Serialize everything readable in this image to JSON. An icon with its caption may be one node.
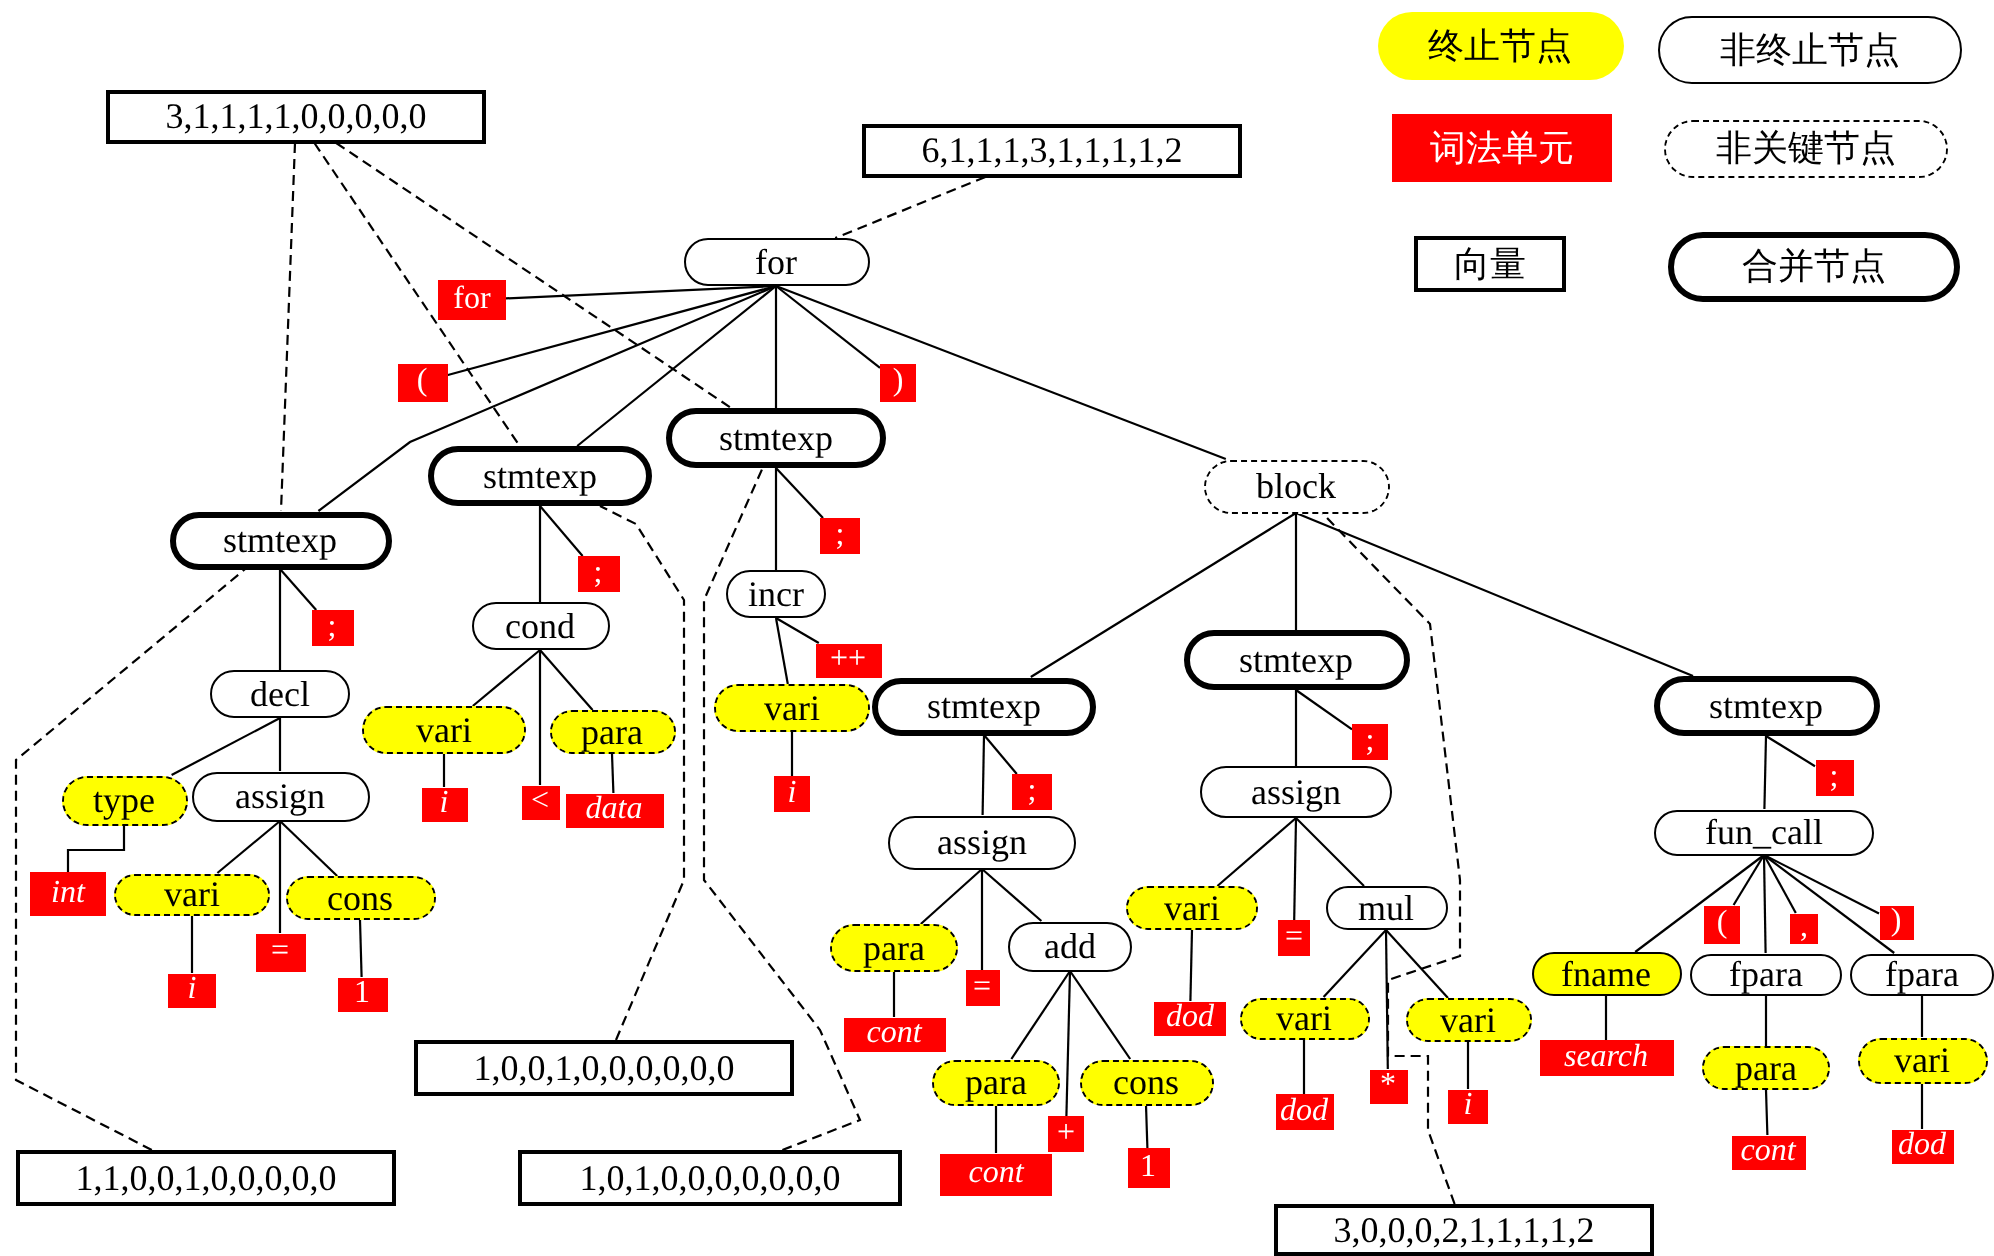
{
  "diagram": {
    "nodes": [
      {
        "text": [
          "3,1,1,1,1,0,0,0,0,0"
        ]
      },
      {
        "text": [
          "6,1,1,1,3,1,1,1,1,2"
        ]
      },
      {
        "text": [
          "for"
        ]
      },
      {
        "text": [
          "for"
        ]
      },
      {
        "text": [
          "("
        ]
      },
      {
        "text": [
          ")"
        ]
      },
      {
        "text": [
          "stmtexp"
        ]
      },
      {
        "text": [
          "stmtexp"
        ]
      },
      {
        "text": [
          "block"
        ]
      },
      {
        "text": [
          "stmtexp"
        ]
      },
      {
        "text": [
          ";"
        ]
      },
      {
        "text": [
          ";"
        ]
      },
      {
        "text": [
          "incr"
        ]
      },
      {
        "text": [
          ";"
        ]
      },
      {
        "text": [
          "cond"
        ]
      },
      {
        "text": [
          "++"
        ]
      },
      {
        "text": [
          "stmtexp"
        ]
      },
      {
        "text": [
          "stmtexp"
        ]
      },
      {
        "text": [
          "stmtexp"
        ]
      },
      {
        "text": [
          "decl"
        ]
      },
      {
        "text": [
          "vari"
        ]
      },
      {
        "text": [
          "vari"
        ]
      },
      {
        "text": [
          "para"
        ]
      },
      {
        "text": [
          ";"
        ]
      },
      {
        "text": [
          ";"
        ]
      },
      {
        "text": [
          ";"
        ]
      },
      {
        "text": [
          "assign"
        ]
      },
      {
        "text": [
          "type"
        ]
      },
      {
        "text": [
          "assign"
        ]
      },
      {
        "text": [
          "i"
        ]
      },
      {
        "text": [
          "<"
        ]
      },
      {
        "text": [
          "data"
        ]
      },
      {
        "text": [
          "i"
        ]
      },
      {
        "text": [
          "assign"
        ]
      },
      {
        "text": [
          "fun_call"
        ]
      },
      {
        "text": [
          "int"
        ]
      },
      {
        "text": [
          "vari"
        ]
      },
      {
        "text": [
          "cons"
        ]
      },
      {
        "text": [
          "vari"
        ]
      },
      {
        "text": [
          "="
        ]
      },
      {
        "text": [
          "mul"
        ]
      },
      {
        "text": [
          "("
        ]
      },
      {
        "text": [
          ","
        ]
      },
      {
        "text": [
          ")"
        ]
      },
      {
        "text": [
          "="
        ]
      },
      {
        "text": [
          "para"
        ]
      },
      {
        "text": [
          "="
        ]
      },
      {
        "text": [
          "add"
        ]
      },
      {
        "text": [
          "fname"
        ]
      },
      {
        "text": [
          "fpara"
        ]
      },
      {
        "text": [
          "fpara"
        ]
      },
      {
        "text": [
          "i"
        ]
      },
      {
        "text": [
          "1"
        ]
      },
      {
        "text": [
          "cont"
        ]
      },
      {
        "text": [
          "dod"
        ]
      },
      {
        "text": [
          "vari"
        ]
      },
      {
        "text": [
          "vari"
        ]
      },
      {
        "text": [
          "search"
        ]
      },
      {
        "text": [
          "para"
        ]
      },
      {
        "text": [
          "vari"
        ]
      },
      {
        "text": [
          "para"
        ]
      },
      {
        "text": [
          "cons"
        ]
      },
      {
        "text": [
          "+"
        ]
      },
      {
        "text": [
          "*"
        ]
      },
      {
        "text": [
          "i"
        ]
      },
      {
        "text": [
          "dod"
        ]
      },
      {
        "text": [
          "cont"
        ]
      },
      {
        "text": [
          "dod"
        ]
      },
      {
        "text": [
          "cont"
        ]
      },
      {
        "text": [
          "1"
        ]
      },
      {
        "text": [
          "1,0,0,1,0,0,0,0,0,0"
        ]
      },
      {
        "text": [
          "1,1,0,0,1,0,0,0,0,0"
        ]
      },
      {
        "text": [
          "1,0,1,0,0,0,0,0,0,0"
        ]
      },
      {
        "text": [
          "3,0,0,0,2,1,1,1,1,2"
        ]
      }
    ],
    "edges": [
      {
        "from": 2,
        "to": 3,
        "arrow": "none"
      },
      {
        "from": 2,
        "to": 4,
        "arrow": "none"
      },
      {
        "from": 2,
        "to": 5,
        "arrow": "none"
      },
      {
        "from": 2,
        "to": 6,
        "arrow": "none"
      },
      {
        "from": 2,
        "to": 7,
        "arrow": "none"
      },
      {
        "from": 2,
        "to": 8,
        "arrow": "none"
      },
      {
        "from": 2,
        "to": 9,
        "arrow": "none"
      },
      {
        "from": 6,
        "to": 10,
        "arrow": "none"
      },
      {
        "from": 6,
        "to": 12,
        "arrow": "none"
      },
      {
        "from": 7,
        "to": 11,
        "arrow": "none"
      },
      {
        "from": 7,
        "to": 14,
        "arrow": "none"
      },
      {
        "from": 9,
        "to": 13,
        "arrow": "none"
      },
      {
        "from": 9,
        "to": 19,
        "arrow": "none"
      },
      {
        "from": 8,
        "to": 16,
        "arrow": "none"
      },
      {
        "from": 8,
        "to": 17,
        "arrow": "none"
      },
      {
        "from": 8,
        "to": 18,
        "arrow": "none"
      },
      {
        "from": 12,
        "to": 15,
        "arrow": "none"
      },
      {
        "from": 12,
        "to": 21,
        "arrow": "none"
      },
      {
        "from": 14,
        "to": 20,
        "arrow": "none"
      },
      {
        "from": 14,
        "to": 30,
        "arrow": "none"
      },
      {
        "from": 14,
        "to": 22,
        "arrow": "none"
      },
      {
        "from": 19,
        "to": 27,
        "arrow": "none"
      },
      {
        "from": 19,
        "to": 28,
        "arrow": "none"
      },
      {
        "from": 20,
        "to": 29,
        "arrow": "none"
      },
      {
        "from": 22,
        "to": 31,
        "arrow": "none"
      },
      {
        "from": 21,
        "to": 32,
        "arrow": "none"
      },
      {
        "from": 16,
        "to": 23,
        "arrow": "none"
      },
      {
        "from": 16,
        "to": 26,
        "arrow": "none"
      },
      {
        "from": 17,
        "to": 24,
        "arrow": "none"
      },
      {
        "from": 17,
        "to": 33,
        "arrow": "none"
      },
      {
        "from": 18,
        "to": 25,
        "arrow": "none"
      },
      {
        "from": 18,
        "to": 34,
        "arrow": "none"
      },
      {
        "from": 26,
        "to": 38,
        "arrow": "none"
      },
      {
        "from": 26,
        "to": 39,
        "arrow": "none"
      },
      {
        "from": 26,
        "to": 40,
        "arrow": "none"
      },
      {
        "from": 27,
        "to": 35,
        "arrow": "none"
      },
      {
        "from": 28,
        "to": 36,
        "arrow": "none"
      },
      {
        "from": 28,
        "to": 44,
        "arrow": "none"
      },
      {
        "from": 28,
        "to": 37,
        "arrow": "none"
      },
      {
        "from": 33,
        "to": 45,
        "arrow": "none"
      },
      {
        "from": 33,
        "to": 46,
        "arrow": "none"
      },
      {
        "from": 33,
        "to": 47,
        "arrow": "none"
      },
      {
        "from": 34,
        "to": 48,
        "arrow": "none"
      },
      {
        "from": 34,
        "to": 41,
        "arrow": "none"
      },
      {
        "from": 34,
        "to": 49,
        "arrow": "none"
      },
      {
        "from": 34,
        "to": 42,
        "arrow": "none"
      },
      {
        "from": 34,
        "to": 43,
        "arrow": "none"
      },
      {
        "from": 34,
        "to": 50,
        "arrow": "none"
      },
      {
        "from": 36,
        "to": 51,
        "arrow": "none"
      },
      {
        "from": 37,
        "to": 52,
        "arrow": "none"
      },
      {
        "from": 45,
        "to": 53,
        "arrow": "none"
      },
      {
        "from": 38,
        "to": 54,
        "arrow": "none"
      },
      {
        "from": 40,
        "to": 55,
        "arrow": "none"
      },
      {
        "from": 40,
        "to": 63,
        "arrow": "none"
      },
      {
        "from": 40,
        "to": 56,
        "arrow": "none"
      },
      {
        "from": 48,
        "to": 57,
        "arrow": "none"
      },
      {
        "from": 49,
        "to": 58,
        "arrow": "none"
      },
      {
        "from": 50,
        "to": 59,
        "arrow": "none"
      },
      {
        "from": 47,
        "to": 60,
        "arrow": "none"
      },
      {
        "from": 47,
        "to": 62,
        "arrow": "none"
      },
      {
        "from": 47,
        "to": 61,
        "arrow": "none"
      },
      {
        "from": 55,
        "to": 65,
        "arrow": "none"
      },
      {
        "from": 56,
        "to": 64,
        "arrow": "none"
      },
      {
        "from": 58,
        "to": 66,
        "arrow": "none"
      },
      {
        "from": 59,
        "to": 67,
        "arrow": "none"
      },
      {
        "from": 60,
        "to": 68,
        "arrow": "none"
      },
      {
        "from": 61,
        "to": 69,
        "arrow": "none"
      },
      {
        "from": 0,
        "to": 9,
        "arrow": "none",
        "style": "dashed"
      },
      {
        "from": 0,
        "to": 7,
        "arrow": "none",
        "style": "dashed"
      },
      {
        "from": 0,
        "to": 6,
        "arrow": "none",
        "style": "dashed"
      },
      {
        "from": 1,
        "to": 2,
        "arrow": "none",
        "style": "dashed"
      },
      {
        "from": 71,
        "to": 9,
        "arrow": "none",
        "style": "dashed"
      },
      {
        "from": 70,
        "to": 7,
        "arrow": "none",
        "style": "dashed"
      },
      {
        "from": 72,
        "to": 6,
        "arrow": "none",
        "style": "dashed"
      },
      {
        "from": 73,
        "to": 8,
        "arrow": "none",
        "style": "dashed"
      }
    ],
    "legend": [
      {
        "text": "终止节点",
        "color": "#ffff00"
      },
      {
        "text": "非终止节点"
      },
      {
        "text": "词法单元",
        "color": "#ff0000"
      },
      {
        "text": "非关键节点"
      },
      {
        "text": "向量"
      },
      {
        "text": "合并节点"
      }
    ]
  }
}
